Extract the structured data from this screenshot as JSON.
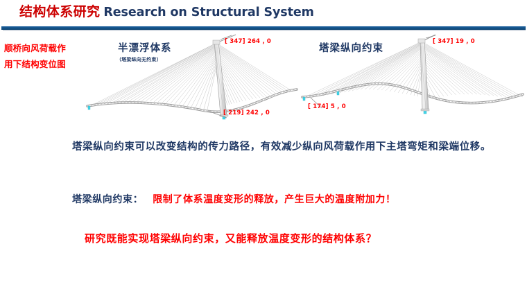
{
  "header": {
    "title_cn": "结构体系研究",
    "title_en": "Research on Structural System",
    "title_cn_color": "#cc0000",
    "title_en_color": "#1f3864",
    "rule_color": "#135287"
  },
  "side_caption": {
    "line1": "顺桥向风荷载作",
    "line2": "用下结构变位图",
    "color": "#ff0000"
  },
  "figures": [
    {
      "id": "half-floating-system",
      "title": "半漂浮体系",
      "subtitle": "（塔梁纵向无约束）",
      "title_color": "#1f3864",
      "annotations": [
        {
          "id": "tower-top",
          "text": "[ 347] 264 , 0",
          "color": "#ff0000"
        },
        {
          "id": "girder-end",
          "text": "[ 219] 242 , 0",
          "color": "#ff0000"
        }
      ]
    },
    {
      "id": "tower-girder-longitudinal-restraint",
      "title": "塔梁纵向约束",
      "subtitle": "",
      "title_color": "#1f3864",
      "annotations": [
        {
          "id": "tower-top",
          "text": "[ 347] 19 , 0",
          "color": "#ff0000"
        },
        {
          "id": "girder-end",
          "text": "[ 174] 5 , 0",
          "color": "#ff0000"
        }
      ]
    }
  ],
  "body": {
    "paragraph1": "塔梁纵向约束可以改变结构的传力路径，有效减少纵向风荷载作用下主塔弯矩和梁端位移。",
    "paragraph2_label": "塔梁纵向约束：",
    "paragraph2_accent": "限制了体系温度变形的释放，产生巨大的温度附加力！",
    "paragraph3": "研究既能实现塔梁纵向约束，又能释放温度变形的结构体系？",
    "label_color": "#1f3864",
    "accent_color": "#ff0000"
  }
}
